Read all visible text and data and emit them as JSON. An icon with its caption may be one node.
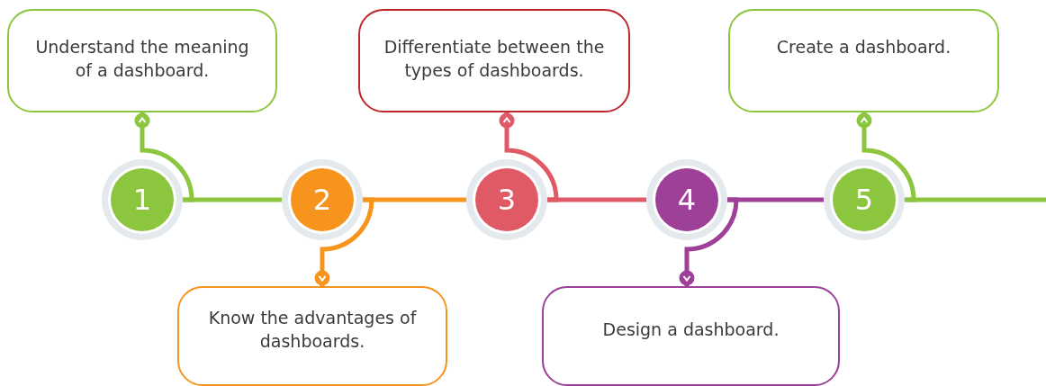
{
  "diagram": {
    "nodes": [
      {
        "text": [
          "1"
        ]
      },
      {
        "text": [
          "2"
        ]
      },
      {
        "text": [
          "3"
        ]
      },
      {
        "text": [
          "4"
        ]
      },
      {
        "text": [
          "5"
        ]
      },
      {
        "text": [
          "Understand the meaning of a dashboard."
        ]
      },
      {
        "text": [
          "Know the advantages of dashboards."
        ]
      },
      {
        "text": [
          "Differentiate between the types of dashboards."
        ]
      },
      {
        "text": [
          "Design a dashboard."
        ]
      },
      {
        "text": [
          "Create a dashboard."
        ]
      }
    ],
    "edges": [
      {
        "from": 0,
        "to": 5,
        "arrow": "other",
        "color": "#8cc63f"
      },
      {
        "from": 0,
        "to": 1,
        "arrow": "none",
        "color": "#8cc63f"
      },
      {
        "from": 1,
        "to": 6,
        "arrow": "other",
        "color": "#f7941d"
      },
      {
        "from": 1,
        "to": 2,
        "arrow": "none",
        "color": "#f7941d"
      },
      {
        "from": 2,
        "to": 7,
        "arrow": "other",
        "color": "#e05a66"
      },
      {
        "from": 2,
        "to": 3,
        "arrow": "none",
        "color": "#e05a66"
      },
      {
        "from": 3,
        "to": 8,
        "arrow": "other",
        "color": "#9e3f98"
      },
      {
        "from": 3,
        "to": 4,
        "arrow": "none",
        "color": "#9e3f98"
      },
      {
        "from": 4,
        "to": 9,
        "arrow": "other",
        "color": "#8cc63f"
      },
      {
        "from": 4,
        "to": null,
        "arrow": "none",
        "color": "#8cc63f"
      }
    ]
  }
}
